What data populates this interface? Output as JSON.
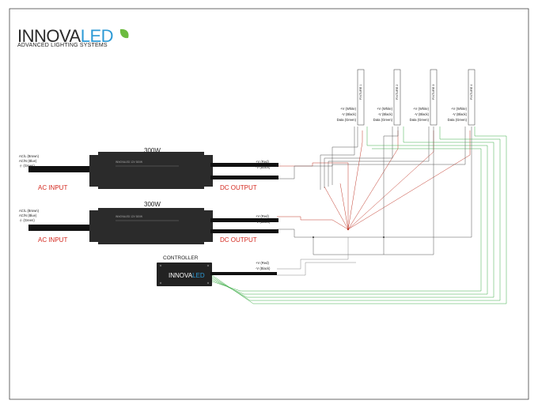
{
  "brand": {
    "name_part1": "INNOVA",
    "name_part2": "LED",
    "tagline": "ADVANCED LIGHTING SYSTEMS",
    "accent_color": "#2d9ad6",
    "leaf_color": "#6cbb3f"
  },
  "power_supplies": [
    {
      "rating": "300W",
      "model_text": "INNOVALED 12V 300W",
      "ac_input_label": "AC INPUT",
      "dc_output_label": "DC OUTPUT",
      "ac_wires": [
        "AC/L (Brown)",
        "AC/N (Blue)",
        "⏚ (Green)"
      ],
      "dc_wires": [
        "+V (Red)",
        "-V (Black)"
      ]
    },
    {
      "rating": "300W",
      "model_text": "INNOVALED 12V 300W",
      "ac_input_label": "AC INPUT",
      "dc_output_label": "DC OUTPUT",
      "ac_wires": [
        "AC/L (Brown)",
        "AC/N (Blue)",
        "⏚ (Green)"
      ],
      "dc_wires": [
        "+V (Red)",
        "-V (Black)"
      ]
    }
  ],
  "controller": {
    "title": "CONTROLLER",
    "logo_part1": "INNOVA",
    "logo_part2": "LED",
    "wires": [
      "+V (Red)",
      "-V (Black)"
    ]
  },
  "fixtures": [
    {
      "label": "FIXTURE 1",
      "wires": [
        "+V (White)",
        "-V (Black)",
        "Data (Green)"
      ]
    },
    {
      "label": "FIXTURE 2",
      "wires": [
        "+V (White)",
        "-V (Black)",
        "Data (Green)"
      ]
    },
    {
      "label": "FIXTURE 3",
      "wires": [
        "+V (White)",
        "-V (Black)",
        "Data (Green)"
      ]
    },
    {
      "label": "FIXTURE 4",
      "wires": [
        "+V (White)",
        "-V (Black)",
        "Data (Green)"
      ]
    }
  ],
  "colors": {
    "frame": "#444444",
    "cable": "#111111",
    "psu_body": "#2b2b2b",
    "label_red": "#d42a20",
    "wire_red": "#c0392b",
    "wire_green": "#3fae49",
    "wire_gray": "#555555"
  }
}
